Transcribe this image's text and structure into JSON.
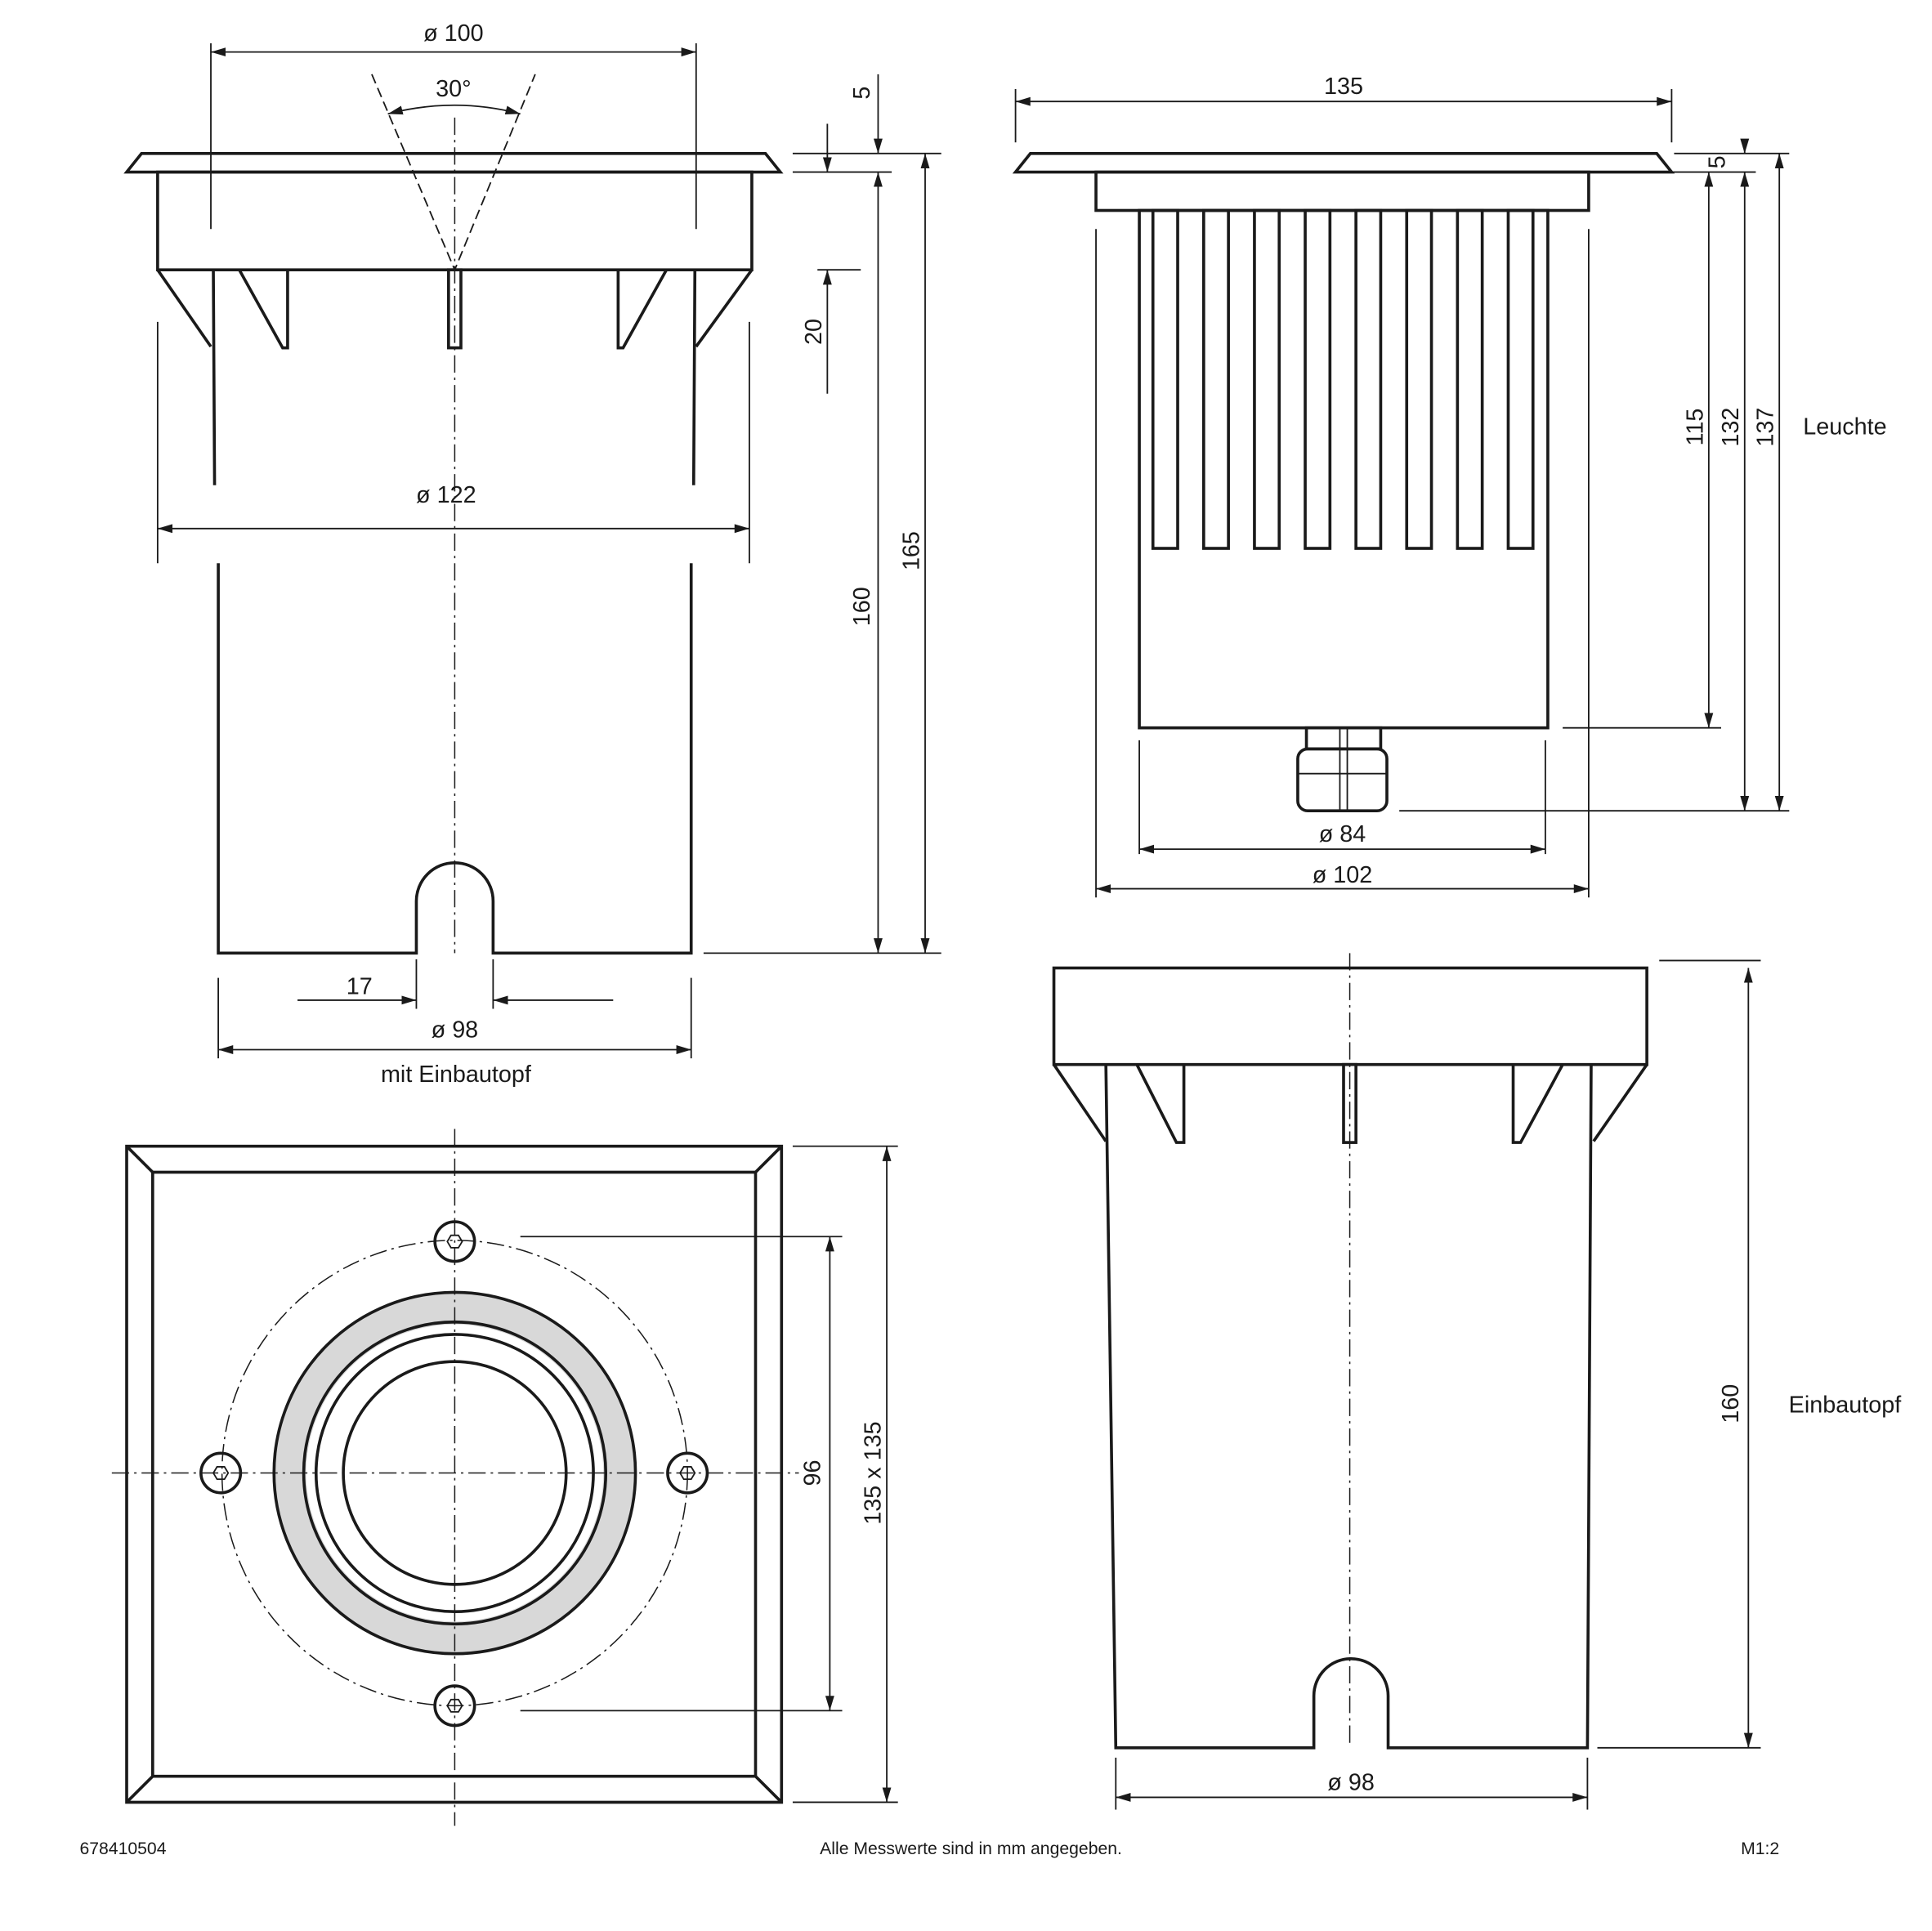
{
  "views": {
    "side_installed": {
      "dims": {
        "d100": "ø 100",
        "angle": "30°",
        "five": "5",
        "twenty": "20",
        "d122": "ø 122",
        "h160": "160",
        "h165": "165",
        "seventeen": "17",
        "d98": "ø 98"
      },
      "caption": "mit Einbautopf"
    },
    "luminaire": {
      "dims": {
        "w135": "135",
        "five": "5",
        "h115": "115",
        "h132": "132",
        "h137": "137",
        "d84": "ø 84",
        "d102": "ø 102"
      },
      "caption": "Leuchte"
    },
    "top_view": {
      "dims": {
        "d96": "96",
        "sq": "135 x 135"
      }
    },
    "housing": {
      "dims": {
        "h160": "160",
        "d98": "ø 98"
      },
      "caption": "Einbautopf"
    }
  },
  "footer": {
    "article_no": "678410504",
    "note": "Alle Messwerte sind in mm angegeben.",
    "scale": "M1:2"
  }
}
